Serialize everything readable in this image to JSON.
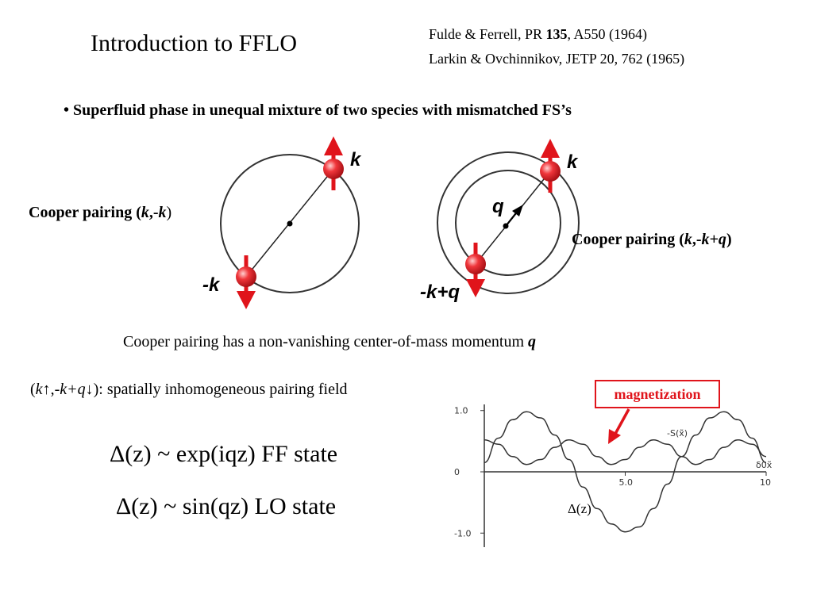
{
  "title": "Introduction to FFLO",
  "refs": {
    "line1_pre": "Fulde & Ferrell, PR ",
    "line1_bold": "135",
    "line1_post": ", A550 (1964)",
    "line2": "Larkin & Ovchinnikov, JETP 20, 762 (1965)"
  },
  "bullet": {
    "symbol": "•",
    "text": "Superfluid phase in unequal mixture of two species with mismatched FS’s"
  },
  "diagram_left": {
    "label_k": "k",
    "label_minus_k": "-k",
    "caption_prefix": "Cooper pairing (",
    "caption_k": "k",
    "caption_sep": ",-",
    "caption_k2": "k",
    "caption_suffix": ")"
  },
  "diagram_right": {
    "label_k": "k",
    "label_q": "q",
    "label_minus_k_q": "-k+q",
    "caption_prefix": "Cooper pairing (",
    "caption_k": "k",
    "caption_sep": ",-",
    "caption_k2": "k+q",
    "caption_suffix": ")"
  },
  "note": {
    "text": "Cooper pairing has a non-vanishing center-of-mass momentum ",
    "q": "q"
  },
  "pair_field": {
    "open": "(",
    "k": "k",
    "up": "↑,-",
    "kq": "k+q",
    "down": "↓",
    "rest": "): spatially inhomogeneous pairing field"
  },
  "formulas": {
    "ff": "Δ(z)  ~ exp(iqz)    FF state",
    "lo": "Δ(z)  ~ sin(qz)    LO state"
  },
  "magnetization_label": "magnetization",
  "chart_data": {
    "type": "line",
    "x_tick_labels": [
      "0",
      "5.0",
      "10"
    ],
    "y_tick_labels": [
      "1.0",
      "0",
      "-1.0"
    ],
    "xlim": [
      0,
      10
    ],
    "ylim": [
      -1.1,
      1.1
    ],
    "x_axis_label": "δ0x̃",
    "series": [
      {
        "name": "-S(x̃)",
        "x": [
          0,
          0.5,
          1.0,
          1.5,
          2.0,
          2.5,
          3.0,
          3.5,
          4.0,
          4.5,
          5.0,
          5.5,
          6.0,
          6.5,
          7.0,
          7.5,
          8.0,
          8.5,
          9.0,
          9.5,
          10.0
        ],
        "y": [
          0.52,
          0.45,
          0.25,
          0.12,
          0.2,
          0.4,
          0.52,
          0.45,
          0.25,
          0.12,
          0.2,
          0.4,
          0.52,
          0.45,
          0.25,
          0.12,
          0.2,
          0.4,
          0.52,
          0.45,
          0.25
        ]
      },
      {
        "name": "Δ(z)",
        "x": [
          0,
          0.5,
          1.0,
          1.5,
          2.0,
          2.5,
          3.0,
          3.5,
          4.0,
          4.5,
          5.0,
          5.5,
          6.0,
          6.5,
          7.0,
          7.5,
          8.0,
          8.5,
          9.0,
          9.5,
          10.0
        ],
        "y": [
          0.15,
          0.55,
          0.85,
          0.98,
          0.88,
          0.6,
          0.2,
          -0.25,
          -0.6,
          -0.85,
          -0.98,
          -0.9,
          -0.6,
          -0.2,
          0.25,
          0.6,
          0.88,
          0.98,
          0.85,
          0.55,
          0.15
        ]
      }
    ]
  },
  "delta_label": "Δ(z)",
  "colors": {
    "accent_red": "#e0141b",
    "ball_red": "#e8242a"
  }
}
